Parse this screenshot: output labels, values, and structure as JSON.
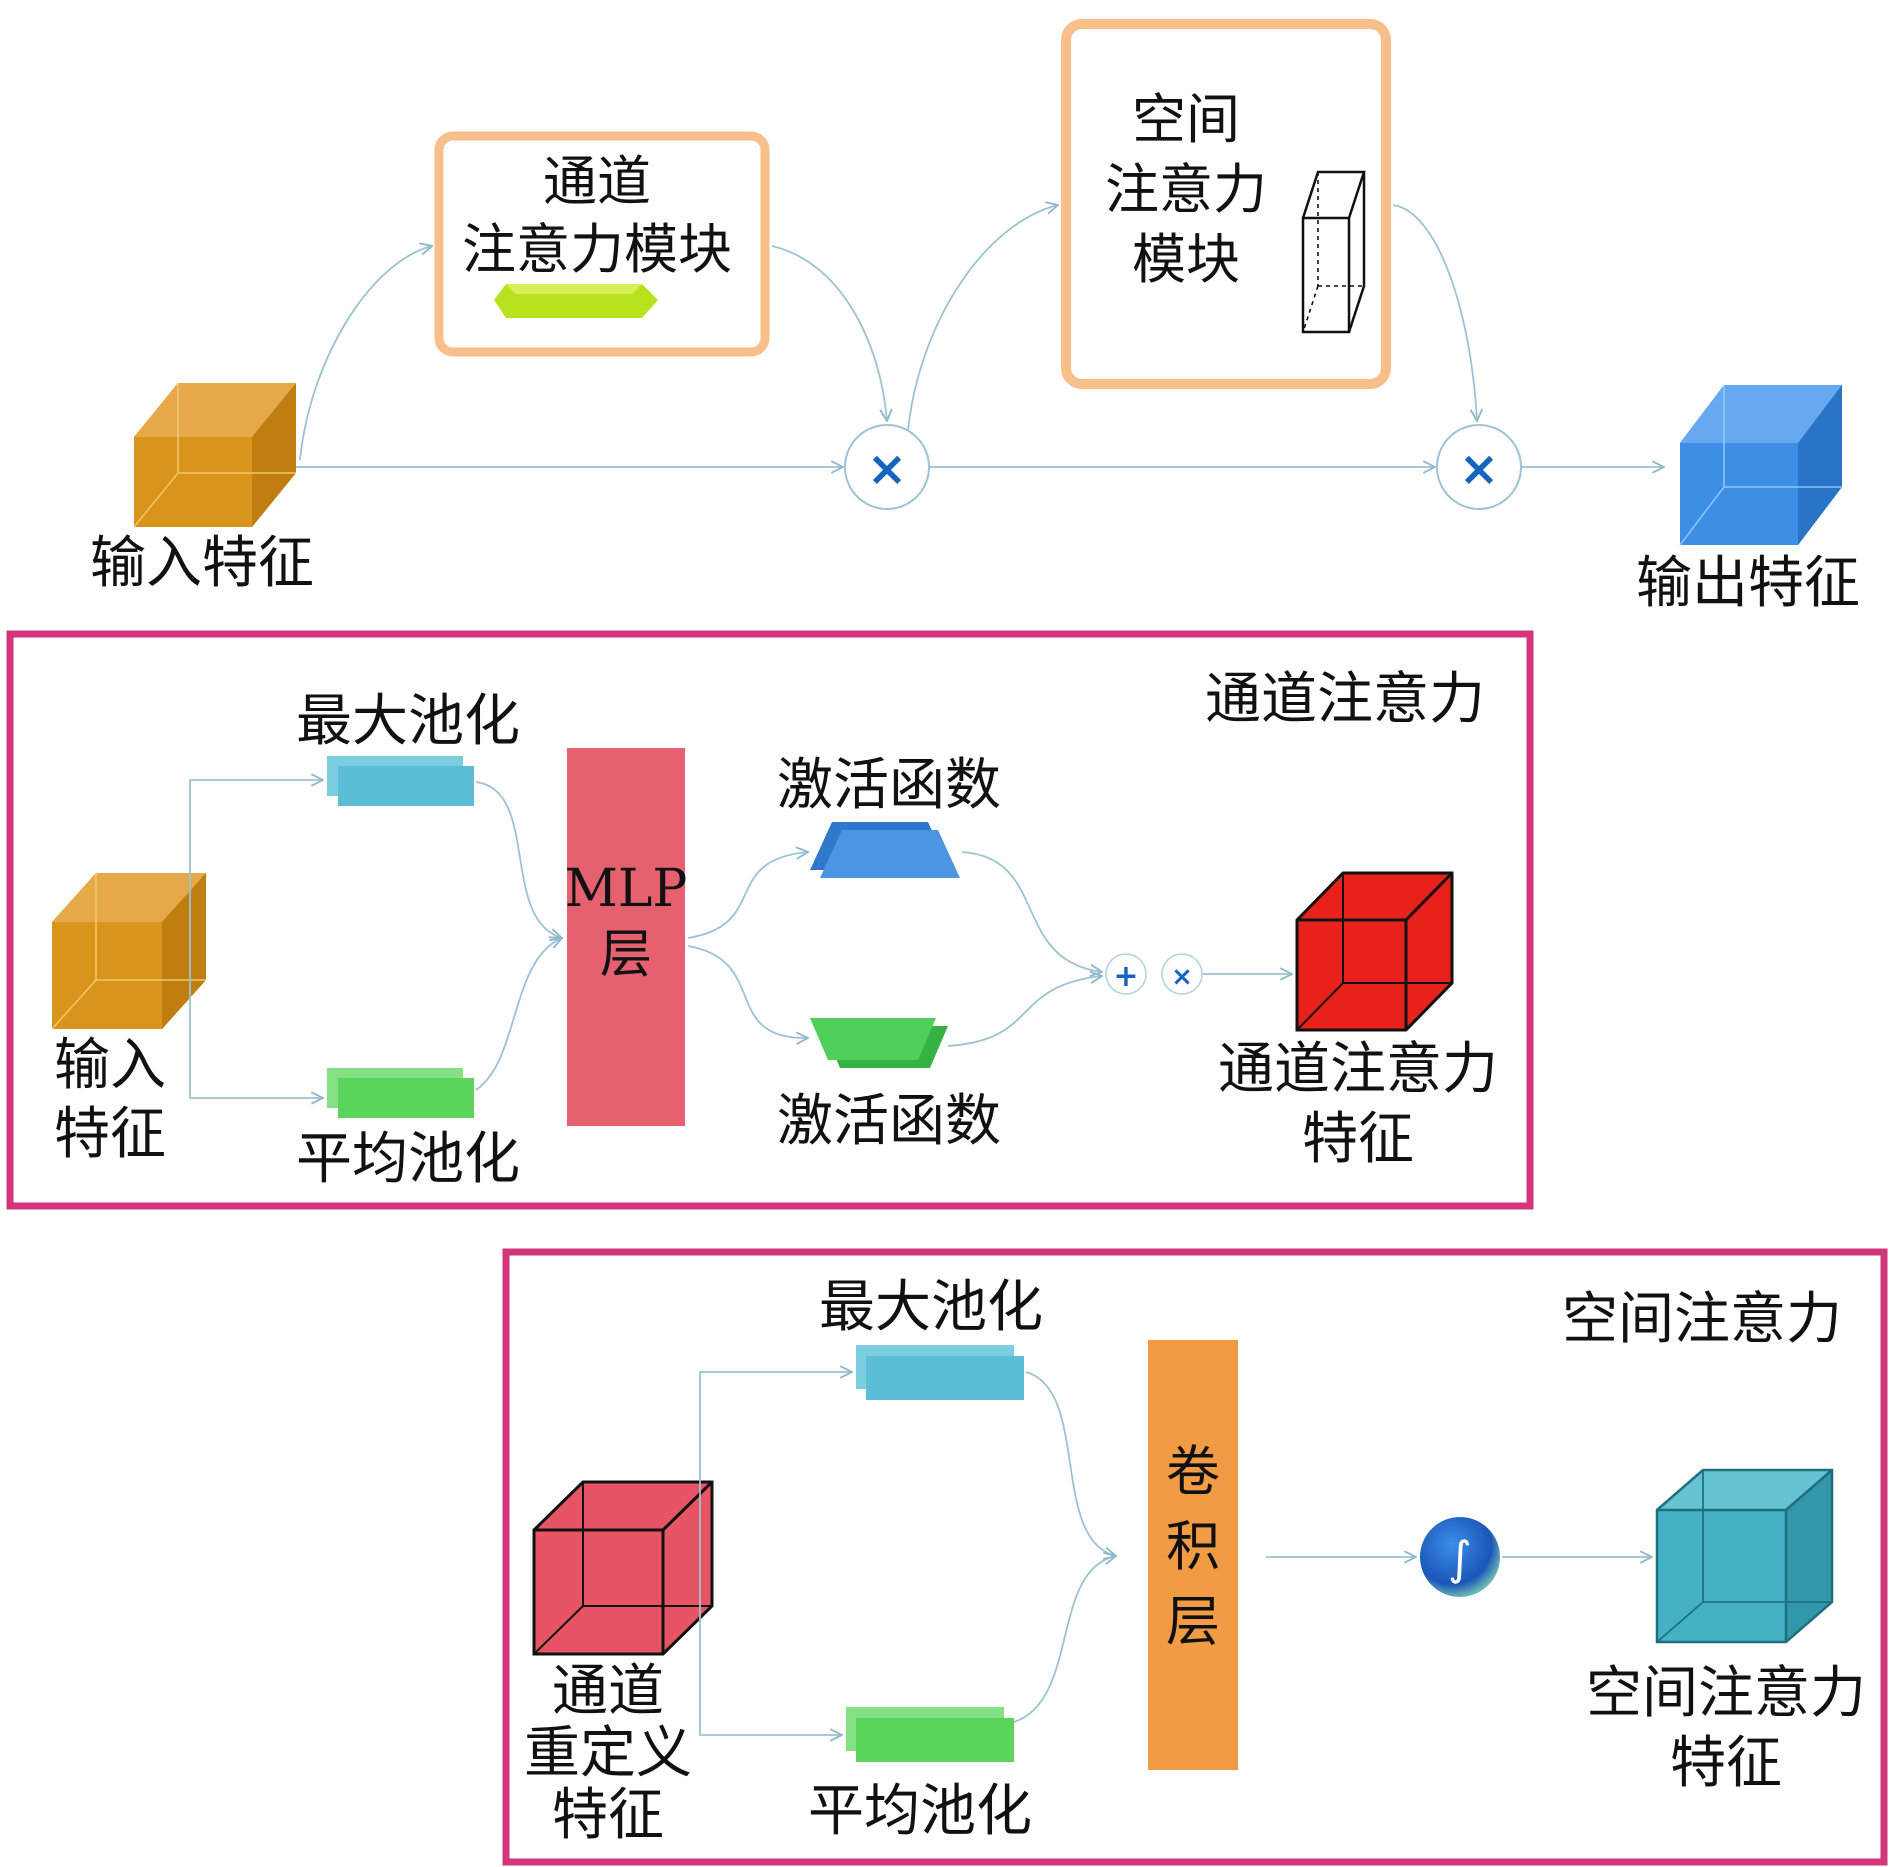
{
  "top": {
    "channel_module": [
      "通道",
      "注意力模块"
    ],
    "spatial_module": [
      "空间",
      "注意力",
      "模块"
    ],
    "input_label": "输入特征",
    "output_label": "输出特征",
    "multiply_symbol": "×"
  },
  "channel_panel": {
    "title": "通道注意力",
    "max_pool": "最大池化",
    "avg_pool": "平均池化",
    "input_label": [
      "输入",
      "特征"
    ],
    "mlp": [
      "MLP",
      "层"
    ],
    "activation_top": "激活函数",
    "activation_bottom": "激活函数",
    "plus_symbol": "+",
    "times_symbol": "×",
    "output_label": [
      "通道注意力",
      "特征"
    ]
  },
  "spatial_panel": {
    "title": "空间注意力",
    "max_pool": "最大池化",
    "avg_pool": "平均池化",
    "input_label": [
      "通道",
      "重定义",
      "特征"
    ],
    "conv": [
      "卷",
      "积",
      "层"
    ],
    "sigmoid_symbol": "∫",
    "output_label": [
      "空间注意力",
      "特征"
    ]
  },
  "colors": {
    "orange_cube": "#d9951b",
    "blue_cube": "#3d8fe6",
    "red_cube": "#e8221a",
    "pink_cube": "#e75565",
    "teal_cube": "#45b1c4",
    "module_border": "#f8bf8a",
    "panel_border": "#d3367a",
    "mlp": "#e6616f",
    "conv": "#f29b45",
    "maxpool": "#5cbed6",
    "avgpool": "#5bd45b",
    "act_top": "#3f87d9",
    "act_bottom": "#4fcf5a",
    "connector": "#9cc3d3",
    "symbol": "#1565c0"
  }
}
